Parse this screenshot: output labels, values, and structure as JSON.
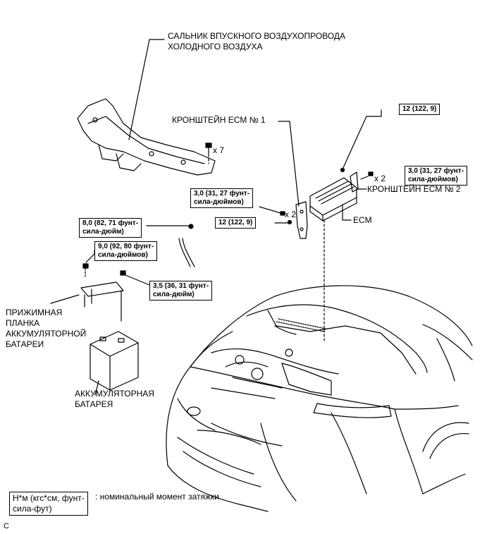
{
  "labels": {
    "air_duct_seal": [
      "САЛЬНИК ВПУСКНОГО ВОЗДУХОПРОВОДА",
      "ХОЛОДНОГО ВОЗДУХА"
    ],
    "ecm_bracket_1": "КРОНШТЕЙН ECM № 1",
    "ecm_bracket_2": "КРОНШТЕЙН ECM № 2",
    "ecm": "ECM",
    "battery_clamp": [
      "ПРИЖИМНАЯ",
      "ПЛАНКА",
      "АККУМУЛЯТОРНОЙ",
      "БАТАРЕИ"
    ],
    "battery": [
      "АККУМУЛЯТОРНАЯ",
      "БАТАРЕЯ"
    ]
  },
  "quantities": {
    "x7": "x 7",
    "x2_bracket2": "x 2",
    "x2_bracket1": "x 2"
  },
  "torques": {
    "t_top_right": [
      "12 (122, 9)"
    ],
    "t_bracket2": [
      "3,0 (31, 27 фунт-",
      "сила-дюймов)"
    ],
    "t_bracket1": [
      "3,0 (31, 27 фунт-",
      "сила-дюймов)"
    ],
    "t_bracket1_lower": [
      "12 (122, 9)"
    ],
    "t_battery_term": [
      "8,0 (82, 71 фунт-",
      "сила-дюйм)"
    ],
    "t_battery_clamp": [
      "9,0 (92, 80 фунт-",
      "сила-дюймов)"
    ],
    "t_battery_nut": [
      "3,5 (36, 31 фунт-",
      "сила-дюйм)"
    ]
  },
  "legend": {
    "box_text": [
      "Н*м (кгс*см, фунт-",
      "сила-фут)"
    ],
    "description": ": номинальный момент затяжки"
  },
  "corner_mark": "C"
}
